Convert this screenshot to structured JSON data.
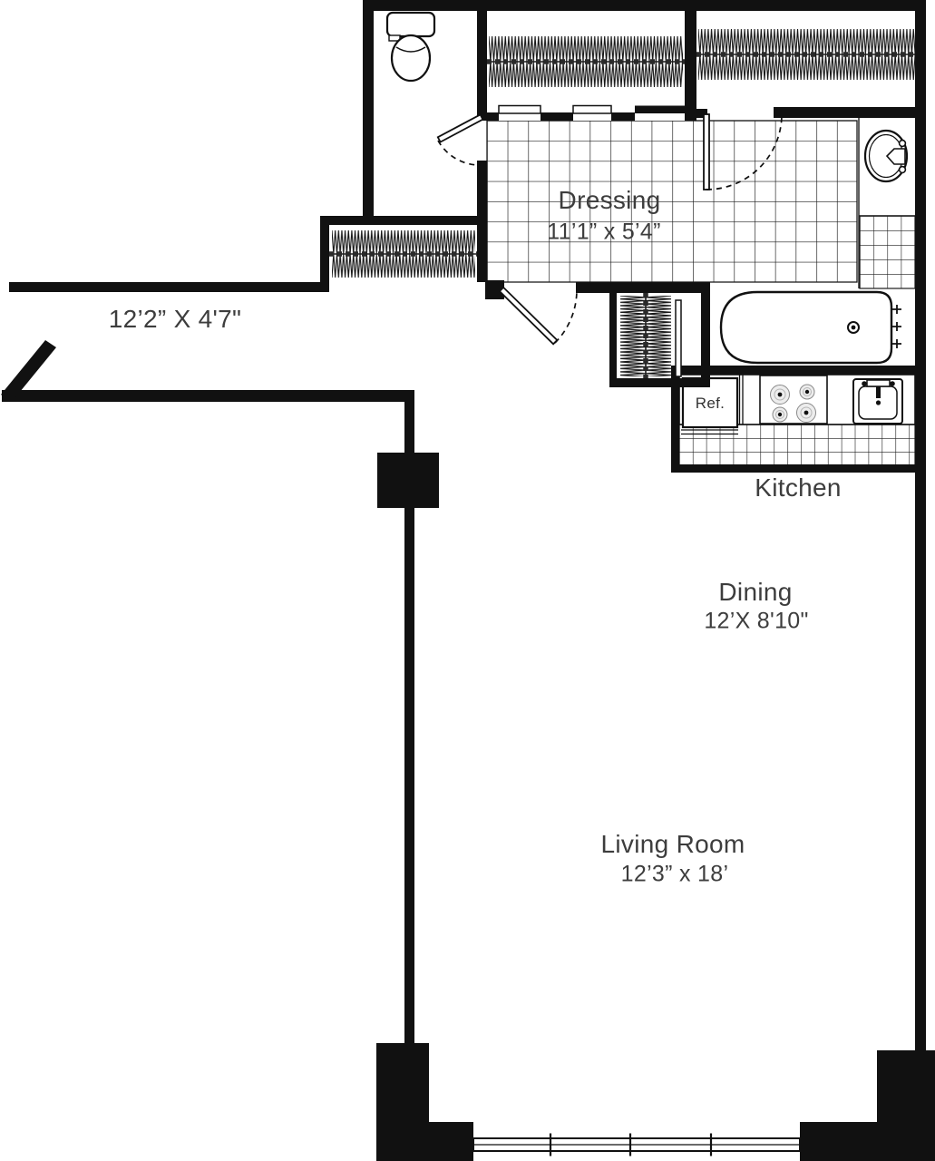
{
  "floorplan": {
    "rooms": {
      "dressing": {
        "label": "Dressing",
        "dims": "11’1” x 5’4”"
      },
      "hallway": {
        "dims": "12’2” X 4'7\""
      },
      "kitchen": {
        "label": "Kitchen"
      },
      "dining": {
        "label": "Dining",
        "dims": "12’X 8'10\""
      },
      "living": {
        "label": "Living Room",
        "dims": "12’3” x 18’"
      }
    },
    "fixtures": {
      "refrigerator": "Ref.",
      "icons": [
        "toilet-icon",
        "vanity-sink-icon",
        "bathtub-icon",
        "stove-icon",
        "kitchen-sink-icon",
        "closet-rod-icon",
        "door-swing-icon",
        "window-icon"
      ]
    },
    "colors": {
      "wall": "#111111",
      "line": "#1c1c1c",
      "text": "#3d3d3d",
      "bg": "#ffffff"
    }
  }
}
